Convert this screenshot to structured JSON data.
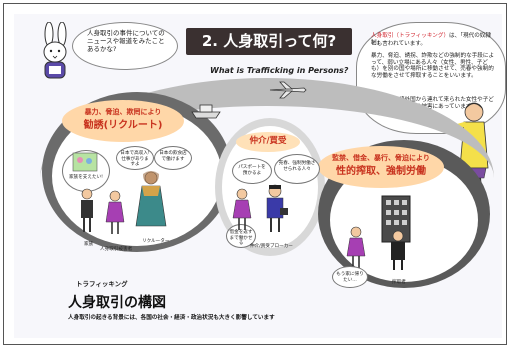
{
  "title": "2. 人身取引って何?",
  "subtitle": "What is Trafficking in Persons?",
  "speech_left": "人身取引の事件についてのニュースや報道をみたことあるかな?",
  "speech_right": {
    "line1_prefix": "人身取引（トラフィッキング）",
    "line1_suffix": "は、「現代の奴隷制」",
    "line2": "とも言われています。",
    "body": "暴力、脅迫、誘拐、詐欺などの強制的な手段によって、弱い立場にある人々（女性、男性、子ども）を別の国や場所に移動させて、売春や強制的な労働をさせて搾取することをいいます。",
    "japan": "日本には、諸外国から連れて来られた女性や子どもがこれまで多くの被害にあっています。"
  },
  "stages": [
    {
      "small": "暴力、脅迫、欺罔により",
      "big": "勧誘(リクルート)"
    },
    {
      "small": "",
      "big": "仲介/買受"
    },
    {
      "small": "監禁、借金、暴行、脅迫により",
      "big": "性的搾取、強制労働"
    }
  ],
  "speech_bubbles": {
    "victim": "家族を支えたい!",
    "recruiter1": "日本で高収入!仕事がありますよ",
    "recruiter2": "日本の飲食店で働けます",
    "broker1": "パスポートを預かるよ",
    "broker2": "売春、強制労働させられる人々",
    "broker3": "借金を返すまで働かせる",
    "victim3": "もう家に帰りたい…"
  },
  "captions": {
    "family": "家族",
    "recruited": "人身取引被害者",
    "recruiter": "リクルーター",
    "broker": "仲介/買受ブローカー",
    "exploiter": "搾取者"
  },
  "structure_sub": "トラフィッキング",
  "structure_title": "人身取引の構図",
  "background_note": "人身取引の起きる背景には、各国の社会・経済・政治状況も大きく影響しています",
  "colors": {
    "title_bg": "#3a3030",
    "stage_text": "#c8321e",
    "pill": "#ffd7a8",
    "dark_ellipse": "#6b6b6b",
    "light_ellipse": "#d8d8d8",
    "red_highlight": "#d0202a"
  }
}
